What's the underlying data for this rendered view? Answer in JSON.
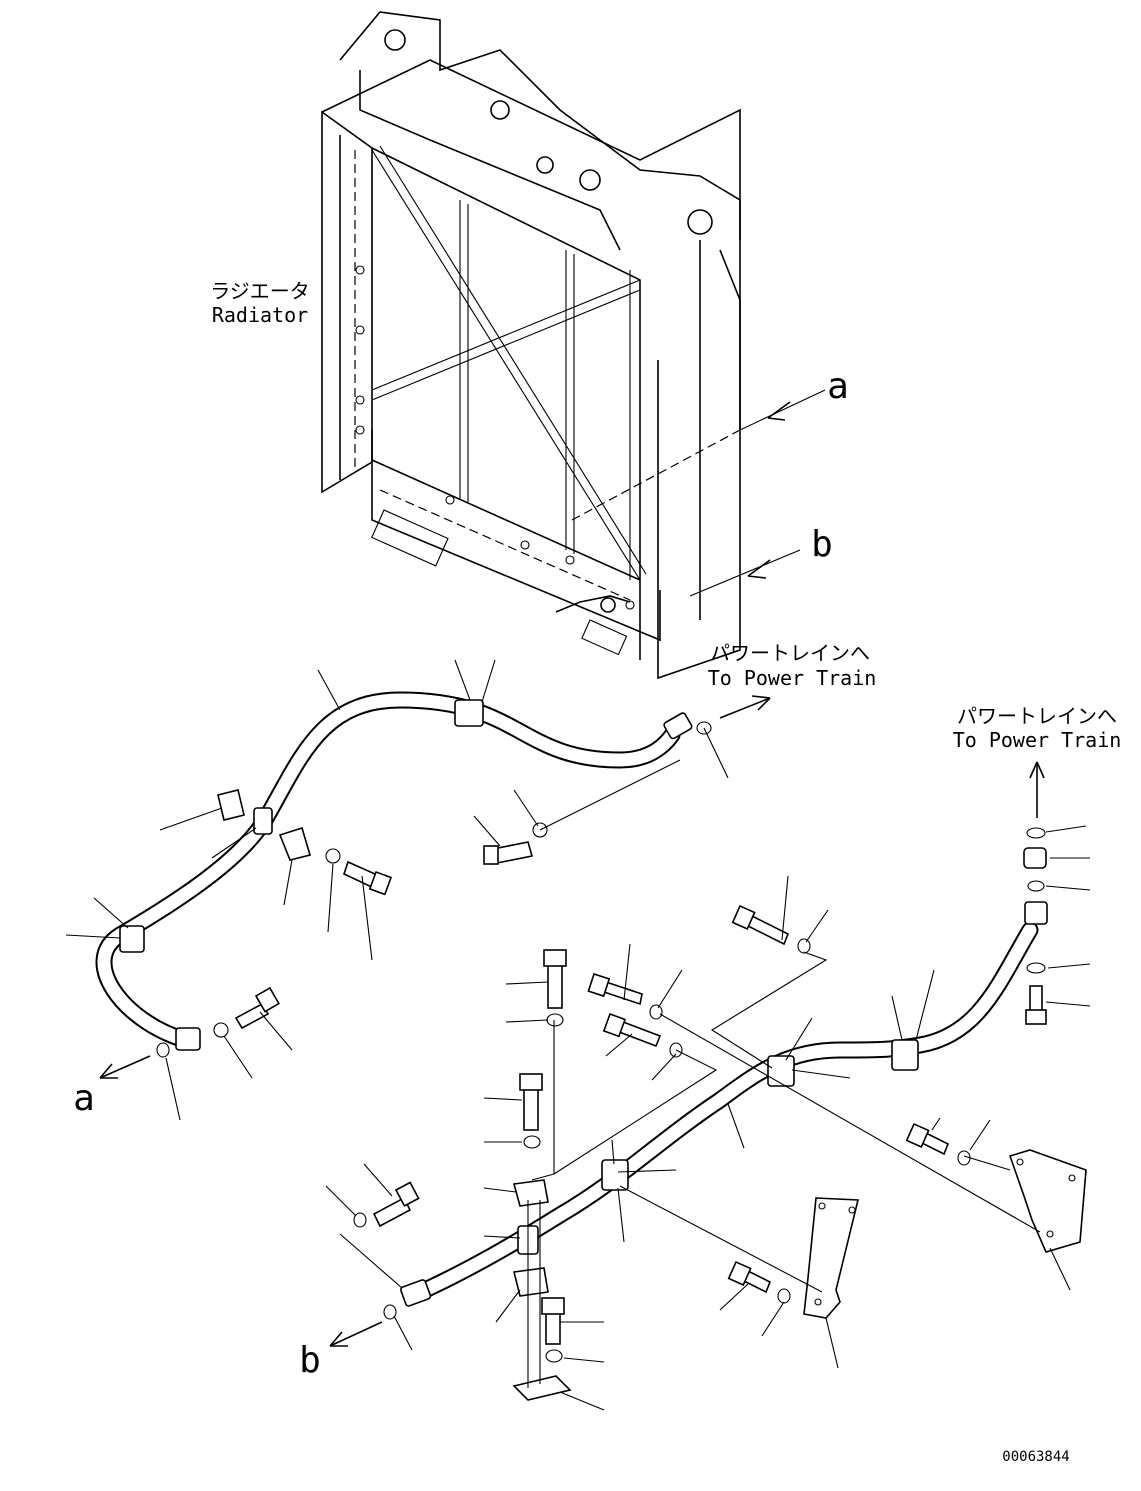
{
  "labels": {
    "radiator_jp": "ラジエータ",
    "radiator_en": "Radiator",
    "to_power_train_1_jp": "パワートレインへ",
    "to_power_train_1_en": "To Power Train",
    "to_power_train_2_jp": "パワートレインへ",
    "to_power_train_2_en": "To Power Train",
    "ref_a_top": "a",
    "ref_b_top": "b",
    "ref_a_bottom": "a",
    "ref_b_bottom": "b",
    "drawing_number": "00063844"
  }
}
